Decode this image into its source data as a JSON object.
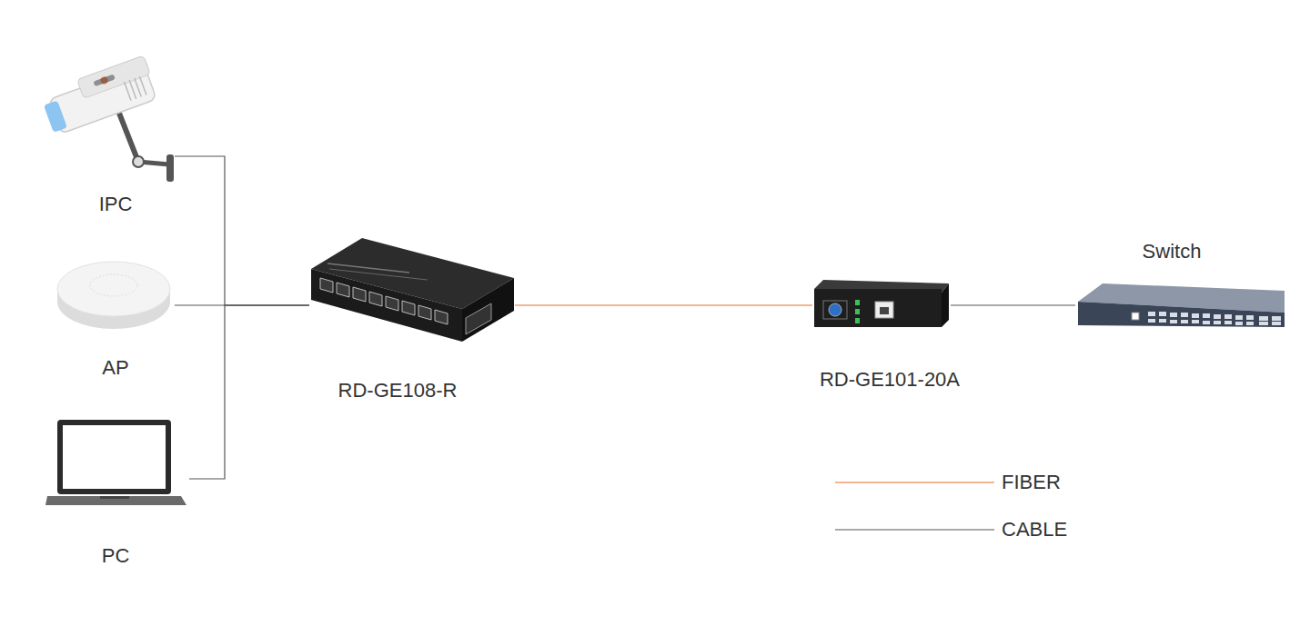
{
  "diagram": {
    "nodes": [
      {
        "text": [
          "IPC"
        ]
      },
      {
        "text": [
          "AP"
        ]
      },
      {
        "text": [
          "PC"
        ]
      },
      {
        "text": [
          "RD-GE108-R"
        ]
      },
      {
        "text": [
          "RD-GE101-20A"
        ]
      },
      {
        "text": [
          "Switch"
        ]
      }
    ],
    "edges": [
      {
        "from": 0,
        "to": 3,
        "arrow": "none"
      },
      {
        "from": 1,
        "to": 3,
        "arrow": "none"
      },
      {
        "from": 2,
        "to": 3,
        "arrow": "none"
      },
      {
        "from": 3,
        "to": 4,
        "arrow": "none"
      },
      {
        "from": 4,
        "to": 5,
        "arrow": "none"
      }
    ],
    "legend": [
      {
        "text": "FIBER"
      },
      {
        "text": "CABLE"
      }
    ]
  }
}
